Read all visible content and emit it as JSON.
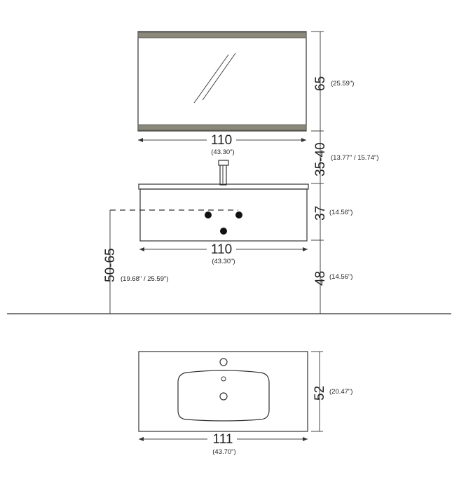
{
  "mirror": {
    "width_cm": "110",
    "width_in": "(43.30\")",
    "height_cm": "65",
    "height_in": "(25.59\")"
  },
  "gap": {
    "cm": "35-40",
    "in": "(13.77\" / 15.74\")"
  },
  "cabinet": {
    "width_cm": "110",
    "width_in": "(43.30\")",
    "height_cm": "37",
    "height_in": "(14.56\")"
  },
  "floor_clearance": {
    "cm": "48",
    "in": "(14.56\")"
  },
  "drain_height": {
    "cm": "50-65",
    "in": "(19.68\" / 25.59\")"
  },
  "basin_top": {
    "width_cm": "111",
    "width_in": "(43.70\")",
    "depth_cm": "52",
    "depth_in": "(20.47\")"
  },
  "colors": {
    "mirror_band": "#8a8878",
    "outline": "#333333"
  }
}
